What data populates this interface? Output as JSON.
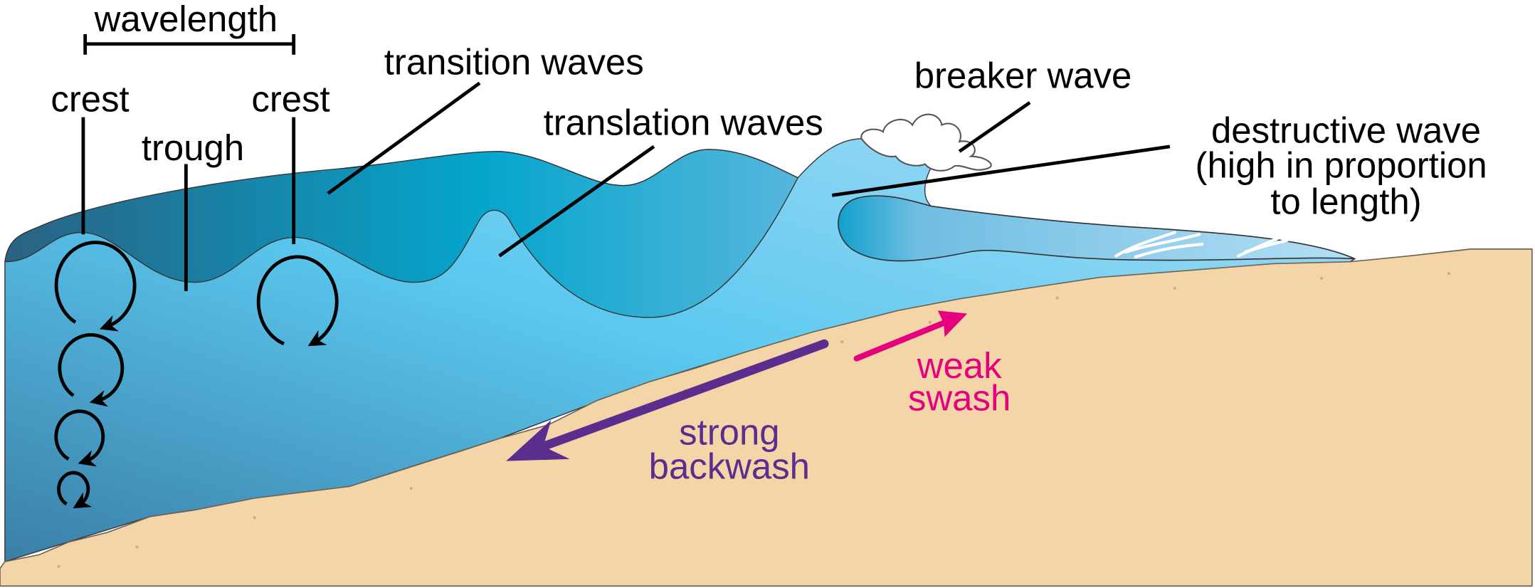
{
  "labels": {
    "wavelength": "wavelength",
    "crest_left": "crest",
    "crest_right": "crest",
    "trough": "trough",
    "transition_waves": "transition waves",
    "translation_waves": "translation waves",
    "breaker_wave": "breaker wave",
    "destructive_wave_line1": "destructive wave",
    "destructive_wave_line2": "(high in proportion",
    "destructive_wave_line3": "to length)",
    "strong_backwash_line1": "strong",
    "strong_backwash_line2": "backwash",
    "weak_swash_line1": "weak",
    "weak_swash_line2": "swash"
  },
  "colors": {
    "backwash": "#5b2d8e",
    "swash": "#e6007e",
    "sand": "#f3d5a7",
    "deep_water": "#2a6e8e",
    "shallow_water": "#5bc8ef"
  }
}
